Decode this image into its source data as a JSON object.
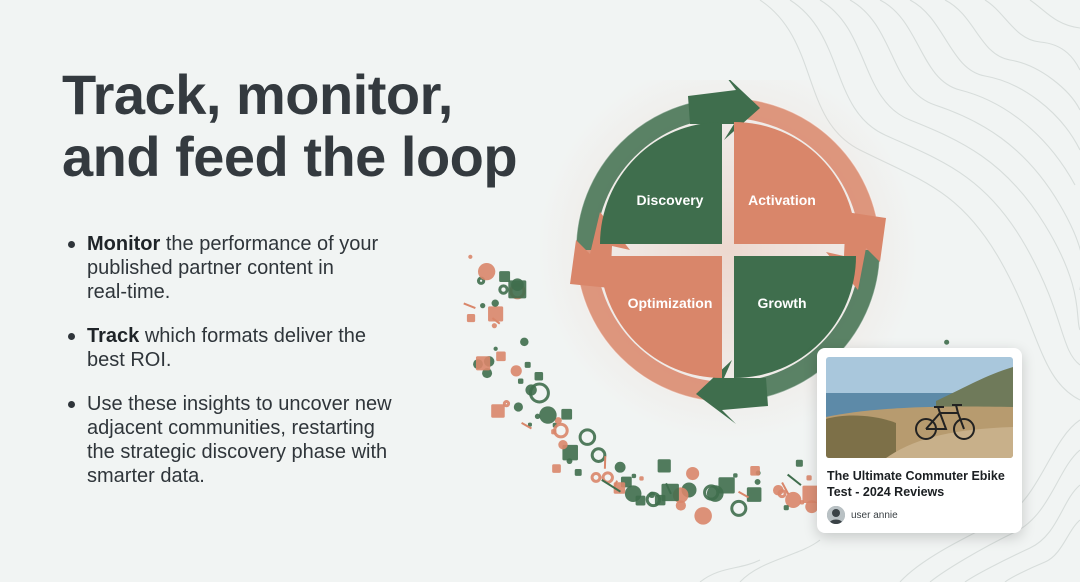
{
  "title_lines": [
    "Track, monitor,",
    "and feed the loop"
  ],
  "bullets": [
    {
      "bold": "Monitor",
      "lines": [
        " the performance of your",
        "published partner content in",
        "real-time."
      ]
    },
    {
      "bold": "Track",
      "lines": [
        " which formats deliver the",
        "best ROI."
      ]
    },
    {
      "bold": "",
      "lines": [
        "Use these insights to uncover new",
        "adjacent communities, restarting",
        "the strategic discovery phase with",
        "smarter data."
      ]
    }
  ],
  "quadrants": [
    {
      "label": "Discovery",
      "color": "#3f6e4d"
    },
    {
      "label": "Activation",
      "color": "#d9866a"
    },
    {
      "label": "Optimization",
      "color": "#d9866a"
    },
    {
      "label": "Growth",
      "color": "#3f6e4d"
    }
  ],
  "colors": {
    "green": "#3f6e4d",
    "terracotta": "#d9866a",
    "background": "#f1f4f3",
    "contour": "#d6dbd9"
  },
  "card": {
    "title_lines": [
      "The Ultimate Commuter Ebike",
      "Test - 2024 Reviews"
    ],
    "username": "user annie",
    "image_icon": "bike-coast-photo",
    "avatar_icon": "user-avatar"
  }
}
